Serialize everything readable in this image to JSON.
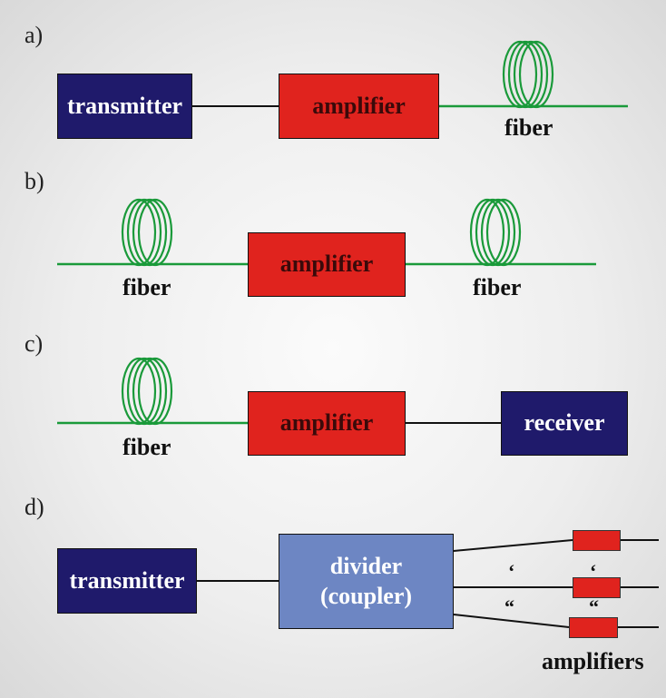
{
  "panels": {
    "a": {
      "label": "a)",
      "transmitter": "transmitter",
      "amplifier": "amplifier",
      "fiber": "fiber"
    },
    "b": {
      "label": "b)",
      "fiber_left": "fiber",
      "amplifier": "amplifier",
      "fiber_right": "fiber"
    },
    "c": {
      "label": "c)",
      "fiber": "fiber",
      "amplifier": "amplifier",
      "receiver": "receiver"
    },
    "d": {
      "label": "d)",
      "transmitter": "transmitter",
      "divider_line1": "divider",
      "divider_line2": "(coupler)",
      "mark1_left": "‘",
      "mark1_right": "‘",
      "mark2_left": "“",
      "mark2_right": "“",
      "amplifiers": "amplifiers"
    }
  },
  "colors": {
    "transmitter_fill": "#1f1a6b",
    "amplifier_fill": "#e0231e",
    "divider_fill": "#6d86c3",
    "fiber_line": "#1a9a3a",
    "electrical_line": "#111111"
  },
  "icons": {
    "fiber_spool": "fiber-coil-icon"
  }
}
